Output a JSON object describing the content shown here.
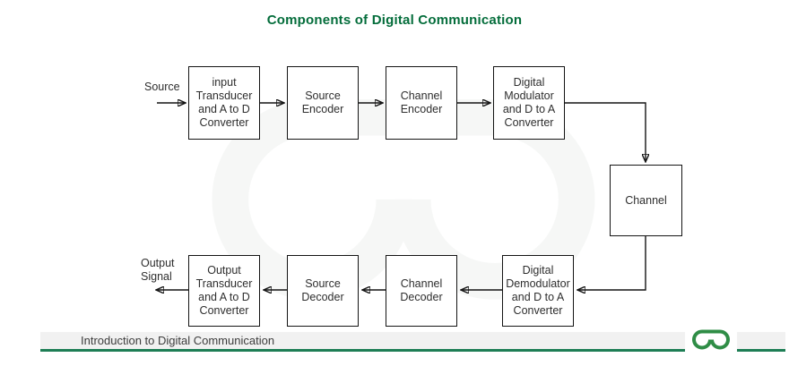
{
  "title": "Components of Digital Communication",
  "colors": {
    "title_green": "#046d3b",
    "brand_green": "#2f8d46",
    "rule_green": "#1e7e55",
    "box_border": "#141414"
  },
  "diagram": {
    "source_label": "Source",
    "output_label": "Output\nSignal",
    "boxes": [
      {
        "id": "input-transducer",
        "label": "input\nTransducer\nand A to D\nConverter"
      },
      {
        "id": "source-encoder",
        "label": "Source\nEncoder"
      },
      {
        "id": "channel-encoder",
        "label": "Channel\nEncoder"
      },
      {
        "id": "digital-modulator",
        "label": "Digital\nModulator\nand D to A\nConverter"
      },
      {
        "id": "channel",
        "label": "Channel"
      },
      {
        "id": "digital-demodulator",
        "label": "Digital\nDemodulator\nand D to A\nConverter"
      },
      {
        "id": "channel-decoder",
        "label": "Channel\nDecoder"
      },
      {
        "id": "source-decoder",
        "label": "Source\nDecoder"
      },
      {
        "id": "output-transducer",
        "label": "Output\nTransducer\nand A to D\nConverter"
      }
    ]
  },
  "footer": {
    "caption": "Introduction to Digital Communication",
    "logo": "geeksforgeeks-logo"
  }
}
